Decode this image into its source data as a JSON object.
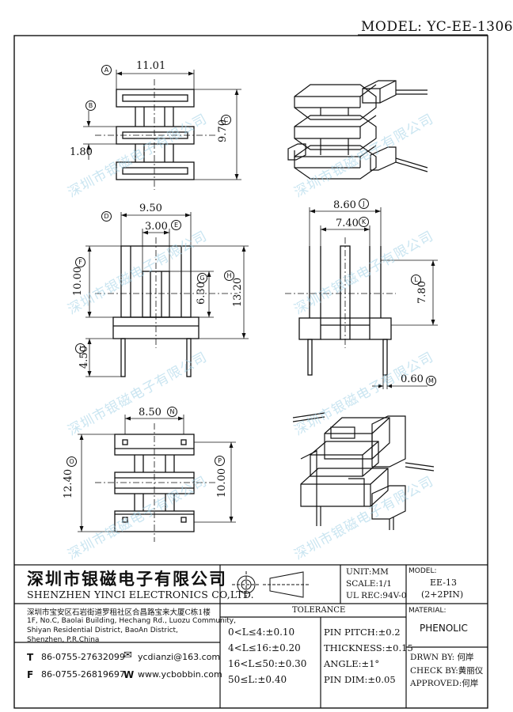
{
  "model": "MODEL: YC-EE-1306",
  "watermark": "深圳市银磁电子有限公司",
  "dimensions": {
    "A": {
      "value": "11.01",
      "letter": "A"
    },
    "B": {
      "letter": "B"
    },
    "C": {
      "value": "9.70",
      "letter": "C"
    },
    "B_value": "1.80",
    "D": {
      "value": "9.50",
      "letter": "D"
    },
    "E": {
      "value": "3.00",
      "letter": "E"
    },
    "F": {
      "value": "10.00",
      "letter": "F"
    },
    "G": {
      "value": "6.30",
      "letter": "G"
    },
    "H": {
      "value": "13.20",
      "letter": "H"
    },
    "I": {
      "value": "4.50",
      "letter": "I"
    },
    "J": {
      "value": "8.60",
      "letter": "J"
    },
    "K": {
      "value": "7.40",
      "letter": "K"
    },
    "L": {
      "value": "7.80",
      "letter": "L"
    },
    "M": {
      "value": "0.60",
      "letter": "M"
    },
    "N": {
      "value": "8.50",
      "letter": "N"
    },
    "O": {
      "value": "12.40",
      "letter": "O"
    },
    "P": {
      "value": "10.00",
      "letter": "P"
    }
  },
  "title_block": {
    "company_cn": "深圳市银磁电子有限公司",
    "company_en": "SHENZHEN YINCI ELECTRONICS CO,LTD.",
    "unit": "UNIT:MM",
    "scale": "SCALE:1/1",
    "ul": "UL REC:94V-0",
    "model_label": "MODEL:",
    "model_value": "EE-13",
    "model_pins": "(2+2PIN)",
    "material_label": "MATERIAL:",
    "material_value": "PHENOLIC",
    "address_cn": "深圳市宝安区石岩街道罗租社区合昌路宝来大厦C栋1楼",
    "address_en1": "1F, No.C, Baolai Building, Hechang Rd., Luozu Community,",
    "address_en2": "Shiyan Residential District, BaoAn District,",
    "address_en3": "Shenzhen, P.R.China",
    "tel_label": "T",
    "tel": "86-0755-27632099",
    "fax_label": "F",
    "fax": "86-0755-26819697",
    "email": "ycdianzi@163.com",
    "web_label": "W",
    "web": "www.ycbobbin.com",
    "tolerance_title": "TOLERANCE",
    "tol": [
      "0<L≤4:±0.10",
      "4<L≤16:±0.20",
      "16<L≤50:±0.30",
      "50≤L:±0.40"
    ],
    "tol2": [
      "PIN PITCH:±0.2",
      "THICKNESS:±0.15",
      "ANGLE:±1°",
      "PIN DIM:±0.05"
    ],
    "drwn": "DRWN BY: 何岸",
    "check": "CHECK BY:黄丽仪",
    "approved": "APPROVED:何岸"
  }
}
